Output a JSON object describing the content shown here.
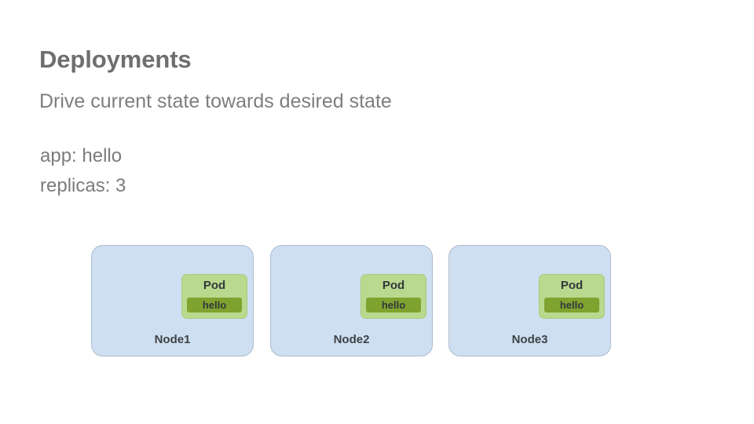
{
  "slide": {
    "title": "Deployments",
    "subtitle": "Drive current state towards desired state",
    "spec": {
      "app_line": "app: hello",
      "replicas_line": "replicas: 3"
    },
    "colors": {
      "background": "#ffffff",
      "title_text": "#6e6e6e",
      "subtitle_text": "#7e7e7e",
      "spec_text": "#7c7c7c",
      "node_fill": "#cddff1",
      "node_border": "#aebdcd",
      "node_label_text": "#3f4245",
      "pod_fill": "#b9d98e",
      "pod_border": "#a9cc7c",
      "pod_chip_fill": "#80a22f",
      "pod_text": "#31373a"
    },
    "nodes": [
      {
        "label": "Node1",
        "pod": {
          "title": "Pod",
          "chip": "hello"
        }
      },
      {
        "label": "Node2",
        "pod": {
          "title": "Pod",
          "chip": "hello"
        }
      },
      {
        "label": "Node3",
        "pod": {
          "title": "Pod",
          "chip": "hello"
        }
      }
    ]
  }
}
